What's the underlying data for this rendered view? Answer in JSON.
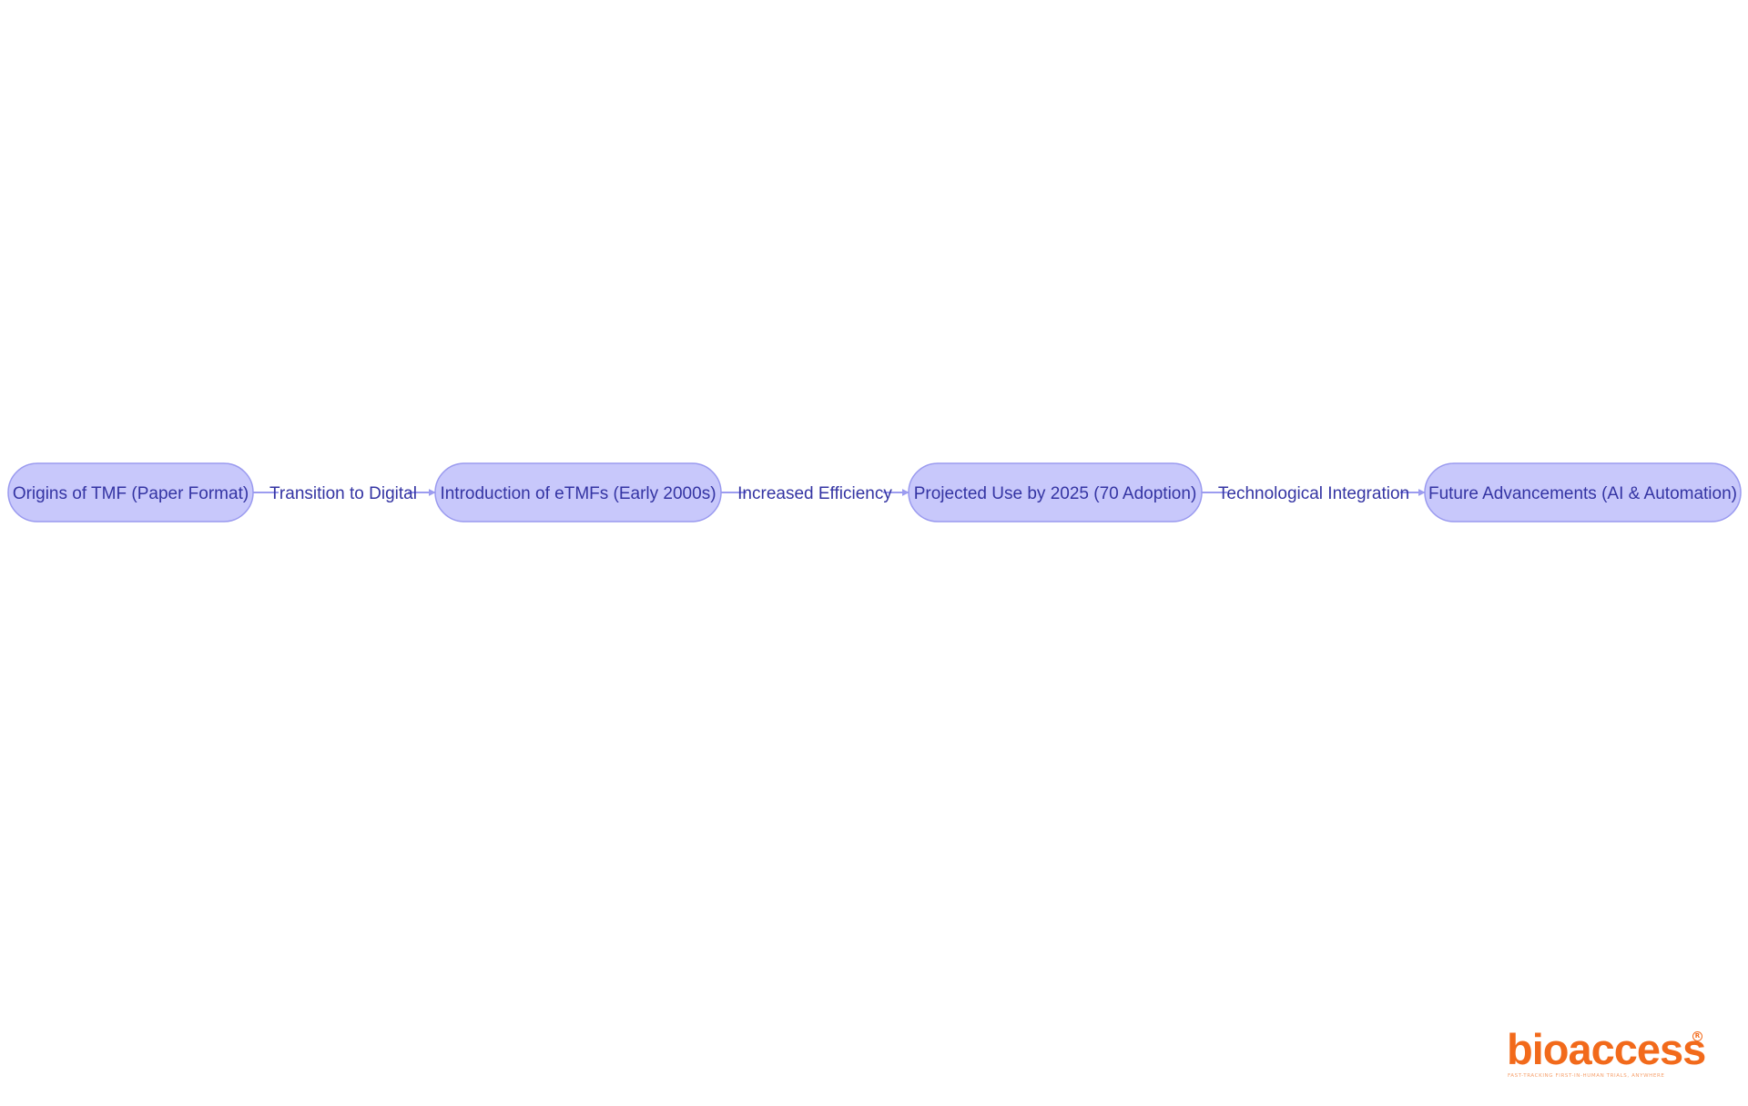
{
  "diagram": {
    "nodes": [
      {
        "id": "n1",
        "label": "Origins of TMF (Paper Format)"
      },
      {
        "id": "n2",
        "label": "Introduction of eTMFs (Early 2000s)"
      },
      {
        "id": "n3",
        "label": "Projected Use by 2025 (70 Adoption)"
      },
      {
        "id": "n4",
        "label": "Future Advancements (AI & Automation)"
      }
    ],
    "edges": [
      {
        "from": "n1",
        "to": "n2",
        "label": "Transition to Digital"
      },
      {
        "from": "n2",
        "to": "n3",
        "label": "Increased Efficiency"
      },
      {
        "from": "n3",
        "to": "n4",
        "label": "Technological Integration"
      }
    ],
    "colors": {
      "node_fill": "#c8c8fb",
      "node_stroke": "#9a9aef",
      "text": "#3434a3",
      "edge": "#9c9cf0"
    }
  },
  "logo": {
    "wordmark": "bioaccess",
    "registered": "R",
    "tagline": "FAST-TRACKING FIRST-IN-HUMAN TRIALS, ANYWHERE",
    "color": "#f26a1b"
  }
}
